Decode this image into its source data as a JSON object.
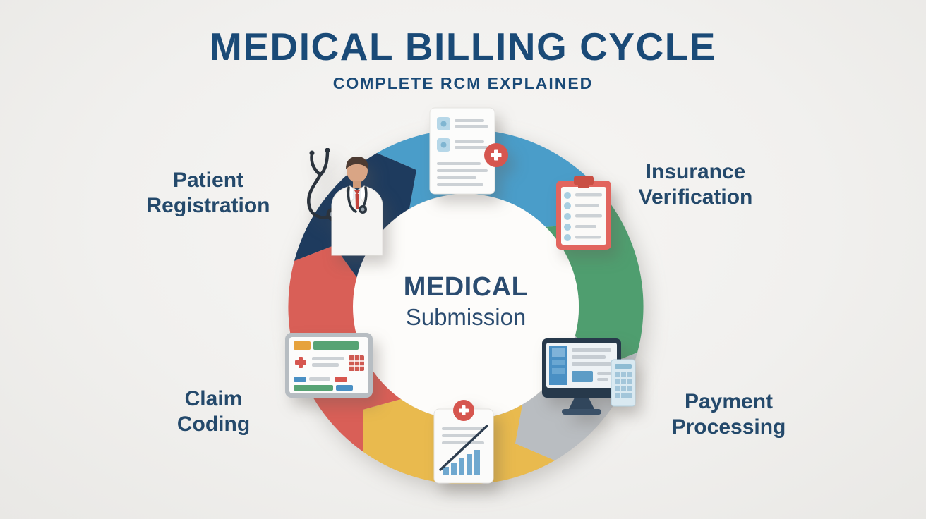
{
  "header": {
    "title": "MEDICAL BILLING CYCLE",
    "subtitle": "COMPLETE RCM EXPLAINED"
  },
  "center_label": {
    "line1": "MEDICAL",
    "line2": "Submission"
  },
  "stages": [
    {
      "id": "patient-registration",
      "line1": "Patient",
      "line2": "Registration",
      "icon": "doctor-icon",
      "segment_color": "#1E3B5E"
    },
    {
      "id": "insurance-verification",
      "line1": "Insurance",
      "line2": "Verification",
      "icon": "insurance-clipboard-icon",
      "segment_color": "#4F9E6F"
    },
    {
      "id": "claim-coding",
      "line1": "Claim",
      "line2": "Coding",
      "icon": "claim-coding-tablet-icon",
      "segment_color": "#D95F57"
    },
    {
      "id": "payment-processing",
      "line1": "Payment",
      "line2": "Processing",
      "icon": "payment-computer-icon",
      "segment_color": "#B9BDC1"
    }
  ],
  "ring": {
    "segments": [
      {
        "name": "top-blue",
        "color": "#4A9DC9"
      },
      {
        "name": "upper-right-green",
        "color": "#4F9E6F"
      },
      {
        "name": "lower-right-gray",
        "color": "#B9BDC1"
      },
      {
        "name": "bottom-yellow",
        "color": "#E9BA4E"
      },
      {
        "name": "lower-left-red",
        "color": "#D95F57"
      },
      {
        "name": "upper-left-navy",
        "color": "#1E3B5E"
      }
    ],
    "center_fill": "#fdfcfa"
  },
  "icons": {
    "top": "claim-document-icon",
    "upper_right": "insurance-clipboard-icon",
    "lower_right": "payment-computer-icon",
    "bottom": "report-document-icon",
    "lower_left": "claim-coding-tablet-icon",
    "upper_left": "doctor-icon"
  },
  "colors": {
    "background": "#f1f0ee",
    "title_text": "#1a4a77",
    "label_text": "#24496b",
    "badge_red": "#D6564F"
  }
}
